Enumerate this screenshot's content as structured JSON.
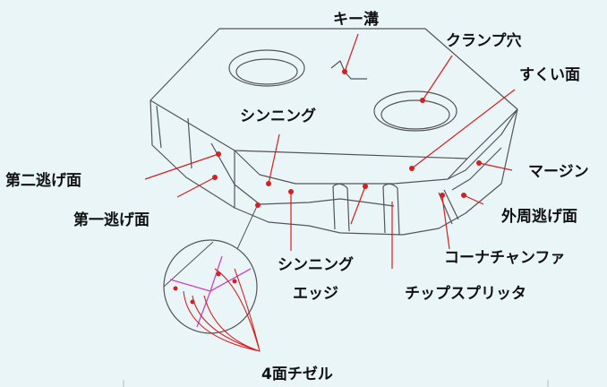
{
  "labels": {
    "key_groove": "キー溝",
    "clamp_hole": "クランプ穴",
    "rake_face": "すくい面",
    "thinning": "シンニング",
    "secondary_relief": "第二逃げ面",
    "primary_relief": "第一逃げ面",
    "margin": "マージン",
    "outer_relief": "外周逃げ面",
    "thinning_edge": "シンニング\nエッジ",
    "corner_chamfer": "コーナチャンファ",
    "chip_splitter": "チップスプリッタ",
    "four_facet_chisel": "4面チゼル"
  },
  "colors": {
    "outline": "#555555",
    "leader": "#d42020",
    "chisel_lines": "#cc44cc",
    "background": "#eaf5f7"
  }
}
